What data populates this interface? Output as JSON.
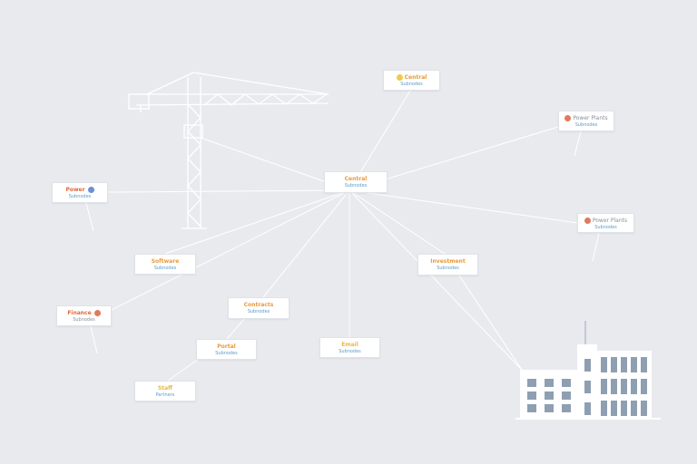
{
  "colors": {
    "background": "#e9eaee",
    "edge": "#ffffff",
    "title_text": "#e89a3c",
    "sub_text": "#5b9cc9",
    "building_window": "#8f9fb2",
    "shield_icon": "#e07a5f",
    "sun_icon": "#f2c94c",
    "globe_icon": "#6b8fd6"
  },
  "nodes": [
    {
      "id": "center",
      "title": "Central",
      "subtitle": "Subnodes",
      "icon": ""
    },
    {
      "id": "top",
      "title": "Central",
      "subtitle": "Subnodes",
      "icon": "sun-icon"
    },
    {
      "id": "top-right",
      "title": "Power Plants",
      "subtitle": "Subnodes",
      "icon": "shield-icon"
    },
    {
      "id": "right",
      "title": "Power Plants",
      "subtitle": "Subnodes",
      "icon": "shield-icon"
    },
    {
      "id": "left",
      "title": "Power",
      "subtitle": "Subnodes",
      "icon": "globe-icon"
    },
    {
      "id": "left-mid",
      "title": "Software",
      "subtitle": "Subnodes",
      "icon": ""
    },
    {
      "id": "far-left",
      "title": "Finance",
      "subtitle": "Subnodes",
      "icon": "shield-icon"
    },
    {
      "id": "mid",
      "title": "Contracts",
      "subtitle": "Subnodes",
      "icon": ""
    },
    {
      "id": "lower-left",
      "title": "Portal",
      "subtitle": "Subnodes",
      "icon": ""
    },
    {
      "id": "bottom-left",
      "title": "Staff",
      "subtitle": "Partners",
      "icon": ""
    },
    {
      "id": "bottom-center",
      "title": "Email",
      "subtitle": "Subnodes",
      "icon": ""
    },
    {
      "id": "right-mid",
      "title": "Investment",
      "subtitle": "Subnodes",
      "icon": ""
    }
  ],
  "edges": [
    [
      "center",
      "top"
    ],
    [
      "center",
      "top-right"
    ],
    [
      "center",
      "right"
    ],
    [
      "center",
      "left"
    ],
    [
      "center",
      "left-mid"
    ],
    [
      "center",
      "far-left"
    ],
    [
      "center",
      "mid"
    ],
    [
      "center",
      "bottom-center"
    ],
    [
      "center",
      "right-mid"
    ],
    [
      "center",
      "building"
    ],
    [
      "center",
      "crane"
    ],
    [
      "mid",
      "lower-left"
    ],
    [
      "lower-left",
      "bottom-left"
    ],
    [
      "right-mid",
      "building"
    ]
  ]
}
